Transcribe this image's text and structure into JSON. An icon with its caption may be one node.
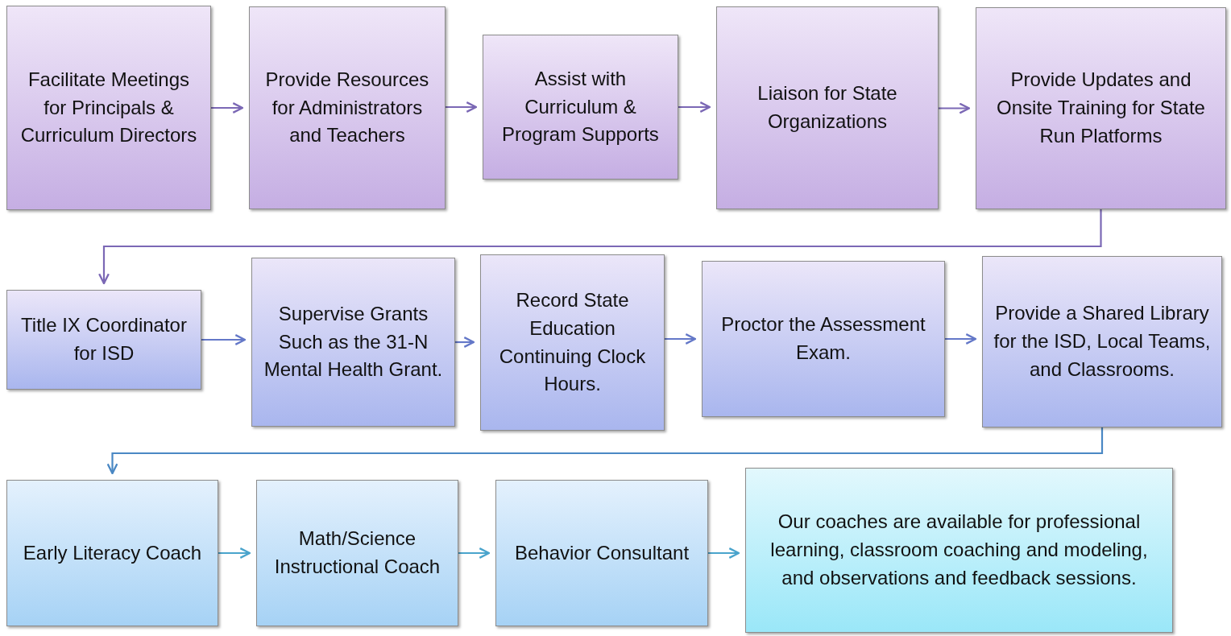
{
  "diagram": {
    "nodes": [
      {
        "text": [
          "Facilitate Meetings for Principals & Curriculum Directors"
        ]
      },
      {
        "text": [
          "Provide Resources for Administrators and Teachers"
        ]
      },
      {
        "text": [
          "Assist with Curriculum & Program Supports"
        ]
      },
      {
        "text": [
          "Liaison for State Organizations"
        ]
      },
      {
        "text": [
          "Provide Updates and Onsite Training for State Run Platforms"
        ]
      },
      {
        "text": [
          "Title IX Coordinator for ISD"
        ]
      },
      {
        "text": [
          "Supervise Grants Such as the 31-N Mental Health Grant."
        ]
      },
      {
        "text": [
          "Record State Education Continuing Clock Hours."
        ]
      },
      {
        "text": [
          "Proctor the Assessment Exam."
        ]
      },
      {
        "text": [
          "Provide a Shared Library for the ISD, Local Teams, and Classrooms."
        ]
      },
      {
        "text": [
          "Early Literacy Coach"
        ]
      },
      {
        "text": [
          "Math/Science Instructional Coach"
        ]
      },
      {
        "text": [
          "Behavior Consultant"
        ]
      },
      {
        "text": [
          "Our coaches are available for professional learning, classroom coaching and modeling, and observations and feedback sessions."
        ]
      }
    ],
    "edges": [
      {
        "from": 0,
        "to": 1,
        "arrow": "to"
      },
      {
        "from": 1,
        "to": 2,
        "arrow": "to"
      },
      {
        "from": 2,
        "to": 3,
        "arrow": "to"
      },
      {
        "from": 3,
        "to": 4,
        "arrow": "to"
      },
      {
        "from": 4,
        "to": 5,
        "arrow": "to"
      },
      {
        "from": 5,
        "to": 6,
        "arrow": "to",
        "color": "#6478c8"
      },
      {
        "from": 6,
        "to": 7,
        "arrow": "to",
        "color": "#6478c8"
      },
      {
        "from": 7,
        "to": 8,
        "arrow": "to",
        "color": "#6478c8"
      },
      {
        "from": 8,
        "to": 9,
        "arrow": "to",
        "color": "#6478c8"
      },
      {
        "from": 9,
        "to": 10,
        "arrow": "to",
        "color": "#4a88c4"
      },
      {
        "from": 10,
        "to": 11,
        "arrow": "to",
        "color": "#4aa4cc"
      },
      {
        "from": 11,
        "to": 12,
        "arrow": "to",
        "color": "#4aa4cc"
      },
      {
        "from": 12,
        "to": 13,
        "arrow": "to",
        "color": "#4aa4cc"
      }
    ]
  }
}
